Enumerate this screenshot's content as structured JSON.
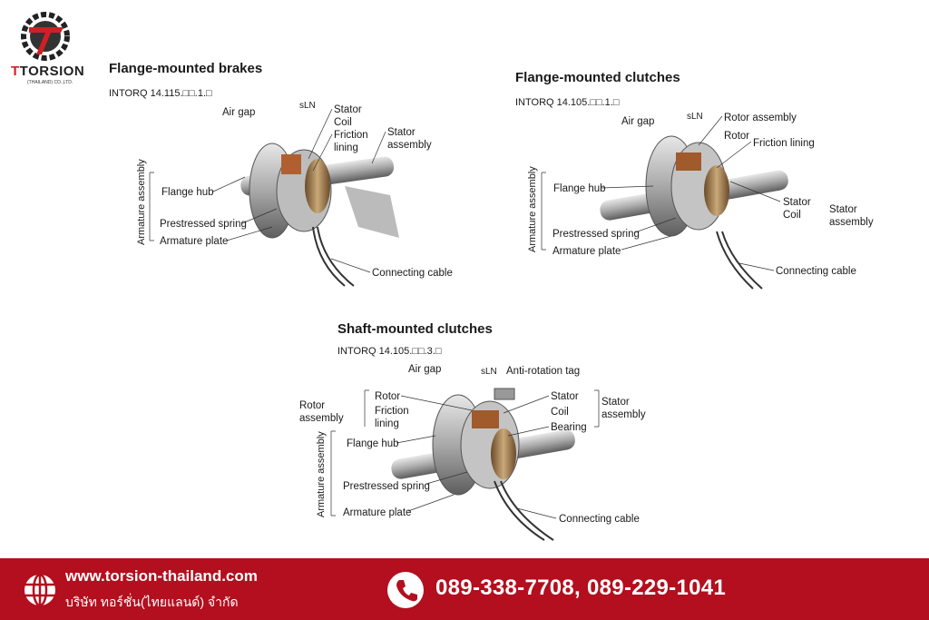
{
  "logo": {
    "name": "TORSION",
    "sub": "(THAILAND) CO.,LTD."
  },
  "brakes": {
    "title": "Flange-mounted brakes",
    "code": "INTORQ 14.115.□□.1.□",
    "labels": {
      "air_gap": "Air gap",
      "sln": "sLN",
      "stator": "Stator",
      "coil": "Coil",
      "friction": "Friction",
      "lining": "lining",
      "stator_assembly_1": "Stator",
      "stator_assembly_2": "assembly",
      "armature_assembly": "Armature assembly",
      "flange_hub": "Flange hub",
      "spring": "Prestressed spring",
      "armature_plate": "Armature plate",
      "cable": "Connecting cable"
    }
  },
  "flange_clutches": {
    "title": "Flange-mounted clutches",
    "code": "INTORQ 14.105.□□.1.□",
    "labels": {
      "air_gap": "Air gap",
      "sln": "sLN",
      "rotor_assembly": "Rotor assembly",
      "rotor": "Rotor",
      "friction_lining": "Friction lining",
      "flange_hub": "Flange hub",
      "stator": "Stator",
      "coil": "Coil",
      "stator_assembly_1": "Stator",
      "stator_assembly_2": "assembly",
      "armature_assembly": "Armature assembly",
      "spring": "Prestressed spring",
      "armature_plate": "Armature plate",
      "cable": "Connecting cable"
    }
  },
  "shaft_clutches": {
    "title": "Shaft-mounted clutches",
    "code": "INTORQ 14.105.□□.3.□",
    "labels": {
      "air_gap": "Air gap",
      "sln": "sLN",
      "tag": "Anti-rotation tag",
      "rotor_assembly_1": "Rotor",
      "rotor_assembly_2": "assembly",
      "rotor": "Rotor",
      "friction": "Friction",
      "lining": "lining",
      "stator": "Stator",
      "coil": "Coil",
      "bearing": "Bearing",
      "stator_assembly_1": "Stator",
      "stator_assembly_2": "assembly",
      "flange_hub": "Flange hub",
      "armature_assembly": "Armature assembly",
      "spring": "Prestressed spring",
      "armature_plate": "Armature plate",
      "cable": "Connecting cable"
    }
  },
  "footer": {
    "website": "www.torsion-thailand.com",
    "company": "บริษัท ทอร์ชั่น(ไทยแลนด์) จำกัด",
    "phone": "089-338-7708, 089-229-1041"
  },
  "colors": {
    "brand_red": "#b30f1e"
  }
}
